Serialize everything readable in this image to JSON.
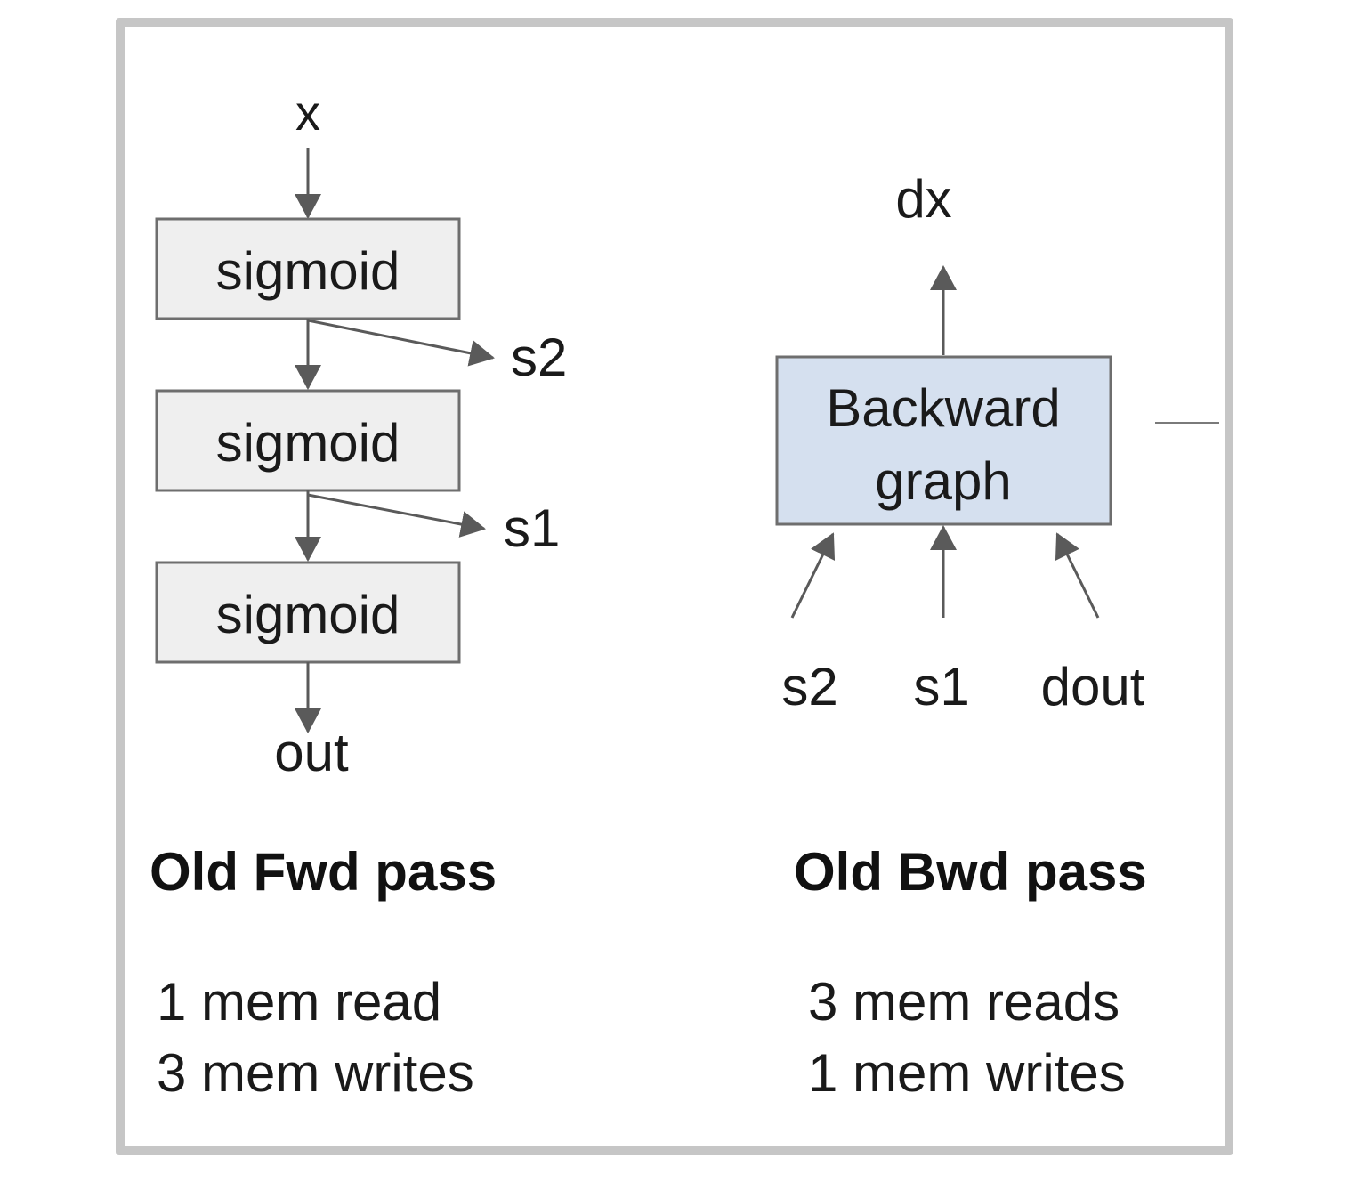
{
  "forward": {
    "input_label": "x",
    "nodes": [
      {
        "label": "sigmoid"
      },
      {
        "label": "sigmoid"
      },
      {
        "label": "sigmoid"
      }
    ],
    "side_outputs": [
      "s2",
      "s1"
    ],
    "output_label": "out",
    "heading": "Old Fwd pass",
    "stats": [
      "1 mem read",
      "3 mem writes"
    ]
  },
  "backward": {
    "output_label": "dx",
    "node_lines": [
      "Backward",
      "graph"
    ],
    "inputs": [
      "s2",
      "s1",
      "dout"
    ],
    "heading": "Old Bwd pass",
    "stats": [
      "3 mem reads",
      "1 mem writes"
    ]
  },
  "colors": {
    "forward_box_fill": "#efefef",
    "backward_box_fill": "#d5e0ef",
    "edge": "#5a5a5a",
    "frame": "#c6c6c6"
  }
}
